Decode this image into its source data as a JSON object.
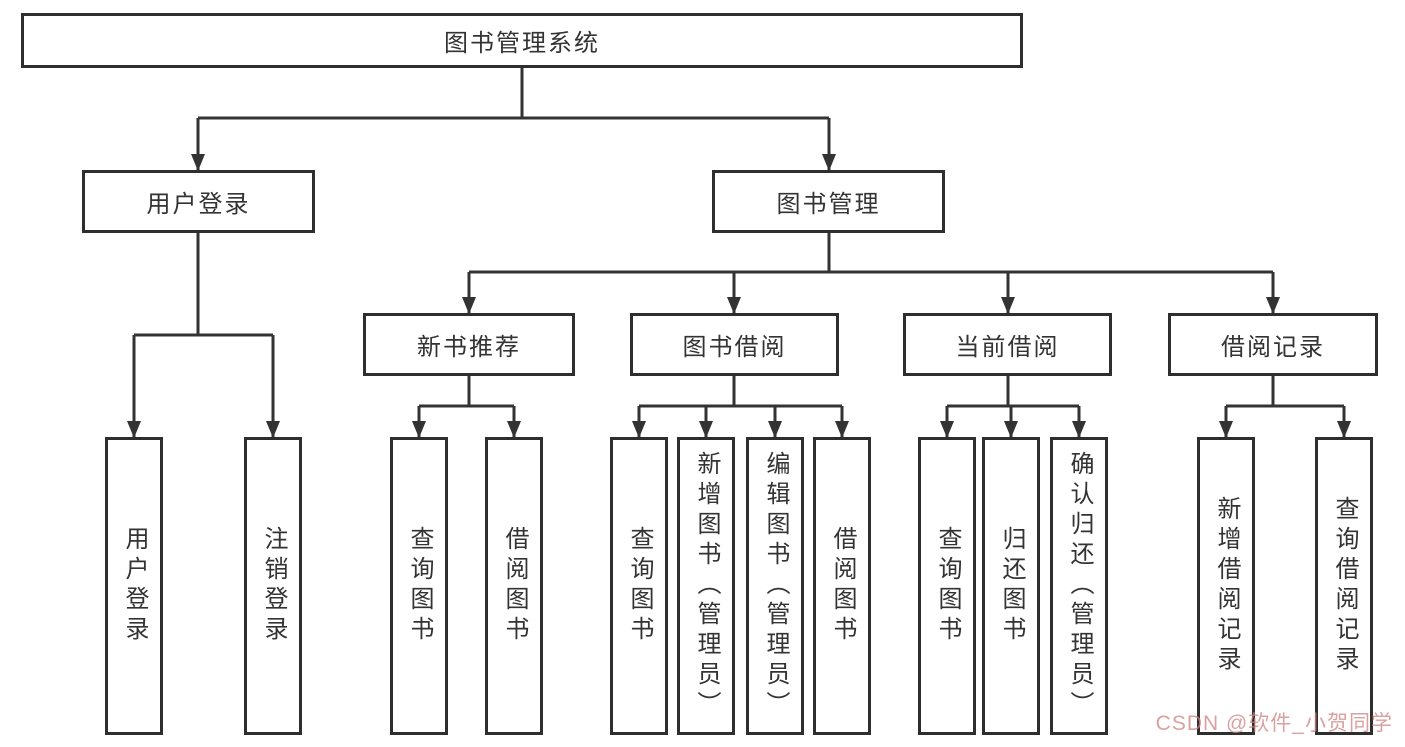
{
  "diagram": {
    "type": "hierarchy-tree",
    "watermark": "CSDN @软件_小贺同学",
    "colors": {
      "background": "#ffffff",
      "box_border": "#2e2e2e",
      "connector": "#333333",
      "text": "#333333",
      "watermark": "#ce8282"
    }
  },
  "tree": {
    "root": "图书管理系统",
    "children": [
      {
        "label": "用户登录",
        "children": [
          {
            "label": "用户登录"
          },
          {
            "label": "注销登录"
          }
        ]
      },
      {
        "label": "图书管理",
        "children": [
          {
            "label": "新书推荐",
            "children": [
              {
                "label": "查询图书"
              },
              {
                "label": "借阅图书"
              }
            ]
          },
          {
            "label": "图书借阅",
            "children": [
              {
                "label": "查询图书"
              },
              {
                "label": "新增图书（管理员）"
              },
              {
                "label": "编辑图书（管理员）"
              },
              {
                "label": "借阅图书"
              }
            ]
          },
          {
            "label": "当前借阅",
            "children": [
              {
                "label": "查询图书"
              },
              {
                "label": "归还图书"
              },
              {
                "label": "确认归还（管理员）"
              }
            ]
          },
          {
            "label": "借阅记录",
            "children": [
              {
                "label": "新增借阅记录"
              },
              {
                "label": "查询借阅记录"
              }
            ]
          }
        ]
      }
    ]
  }
}
